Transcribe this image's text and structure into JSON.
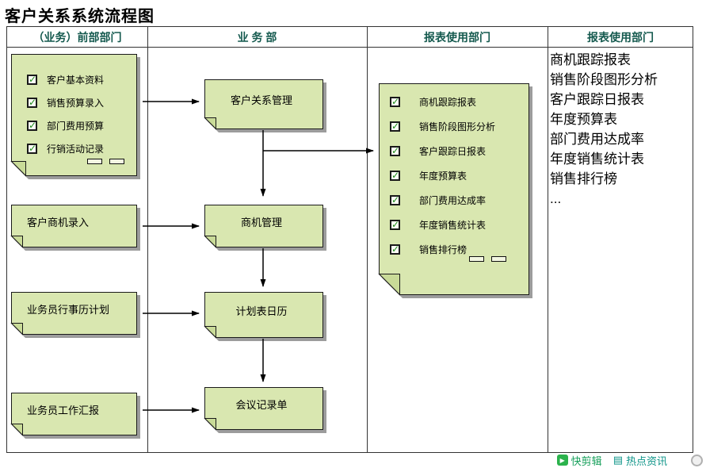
{
  "title": "客户关系系统流程图",
  "table": {
    "headers": [
      "（业务）前部部门",
      "业 务 部",
      "报表使用部门",
      "报表使用部门"
    ]
  },
  "front_dept": {
    "input_doc": {
      "items": [
        "客户基本资料",
        "销售预算录入",
        "部门费用预算",
        "行销活动记录"
      ]
    },
    "boxes": [
      "客户商机录入",
      "业务员行事历计划",
      "业务员工作汇报"
    ]
  },
  "business_dept": {
    "boxes": [
      "客户关系管理",
      "商机管理",
      "计划表日历",
      "会议记录单"
    ]
  },
  "report_dept": {
    "report_doc": {
      "items": [
        "商机跟踪报表",
        "销售阶段图形分析",
        "客户跟踪日报表",
        "年度预算表",
        "部门费用达成率",
        "年度销售统计表",
        "销售排行榜"
      ]
    }
  },
  "report_list": {
    "lines": [
      "商机跟踪报表",
      "销售阶段图形分析",
      "客户跟踪日报表",
      "年度预算表",
      "部门费用达成率",
      "年度销售统计表",
      "销售排行榜",
      "..."
    ]
  },
  "footer": {
    "quick_clip": "快剪辑",
    "hot_news": "热点资讯"
  },
  "icons": {
    "check_glyph": "✓",
    "play_glyph": "▶",
    "news_glyph": "▤"
  },
  "colors": {
    "box_fill": "#d9e7b0",
    "box_shadow": "#9c9c9c",
    "header_text": "#14594e",
    "footer_green": "#18a05c",
    "footer_teal": "#0d9488"
  }
}
